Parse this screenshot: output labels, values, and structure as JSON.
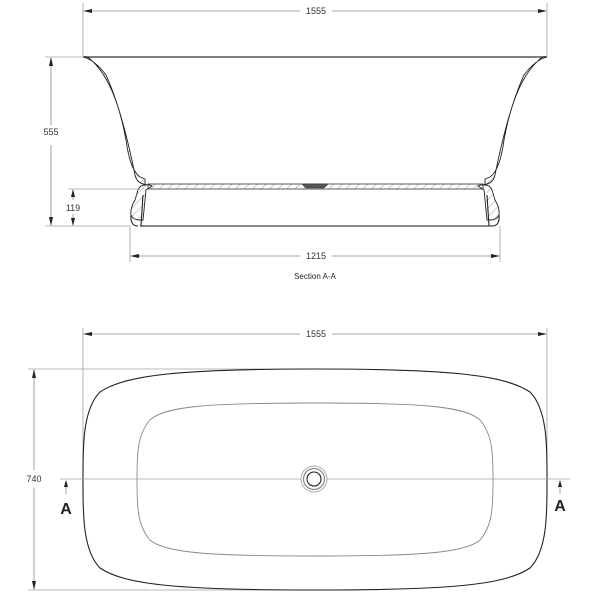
{
  "section_view": {
    "top_width_label": "1555",
    "height_label": "555",
    "base_height_label": "119",
    "base_width_label": "1215",
    "caption": "Section A-A"
  },
  "plan_view": {
    "width_label": "1555",
    "depth_label": "740",
    "section_marker_left": "A",
    "section_marker_right": "A"
  },
  "colors": {
    "outline": "#222222",
    "dimension_line": "#8a8a8a",
    "background": "#ffffff"
  }
}
